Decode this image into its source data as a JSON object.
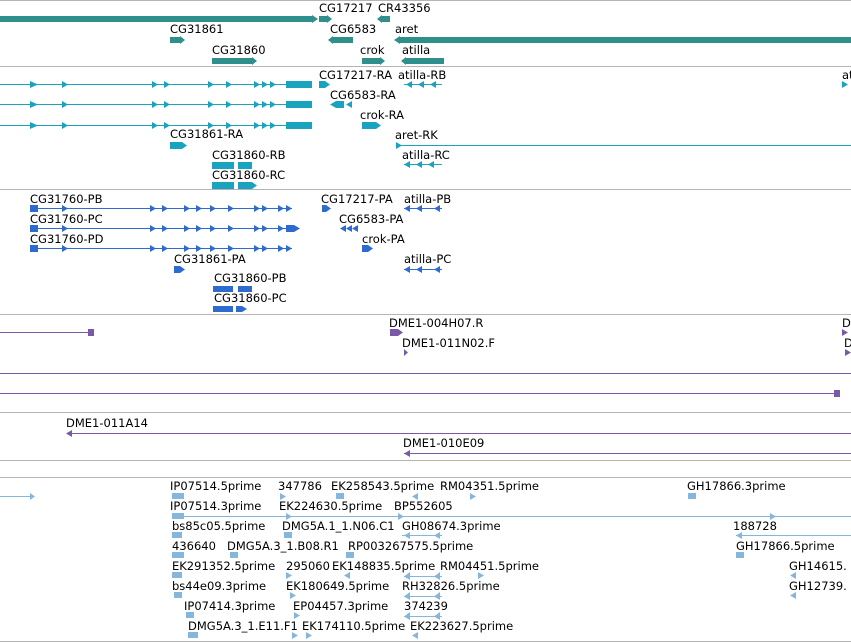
{
  "colors": {
    "gene": "#2f8f8d",
    "mrna": "#1aa3bf",
    "protein": "#2e6bcf",
    "clone": "#7a5aa8",
    "est": "#85b6dc",
    "divider": "#b4b4b4"
  },
  "genes": {
    "labels": [
      "CG17217",
      "CR43356",
      "CG31861",
      "CG6583",
      "aret",
      "CG31860",
      "crok",
      "atilla"
    ]
  },
  "mrna": {
    "labels": [
      "CG17217-RA",
      "atilla-RB",
      "CG6583-RA",
      "crok-RA",
      "CG31861-RA",
      "aret-RK",
      "CG31860-RB",
      "atilla-RC",
      "CG31860-RC"
    ],
    "edge_label": "at"
  },
  "proteins": {
    "labels": [
      "CG31760-PB",
      "CG17217-PA",
      "atilla-PB",
      "CG31760-PC",
      "CG6583-PA",
      "CG31760-PD",
      "crok-PA",
      "CG31861-PA",
      "atilla-PC",
      "CG31860-PB",
      "CG31860-PC"
    ]
  },
  "clones": {
    "labels": [
      "DME1-004H07.R",
      "DME1-011N02.F"
    ],
    "edge_label_1": "D",
    "edge_label_2": "D"
  },
  "clones2": {
    "labels": [
      "DME1-011A14",
      "DME1-010E09"
    ]
  },
  "ests": {
    "labels": [
      "IP07514.5prime",
      "347786",
      "EK258543.5prime",
      "RM04351.5prime",
      "GH17866.3prime",
      "IP07514.3prime",
      "EK224630.5prime",
      "BP552605",
      "bs85c05.5prime",
      "DMG5A.1_1.N06.C1",
      "GH08674.3prime",
      "188728",
      "436640",
      "DMG5A.3_1.B08.R1",
      "RP003267575.5prime",
      "GH17866.5prime",
      "EK291352.5prime",
      "295060",
      "EK148835.5prime",
      "RM04451.5prime",
      "GH14615.",
      "bs44e09.3prime",
      "EK180649.5prime",
      "RH32826.5prime",
      "GH12739.",
      "IP07414.3prime",
      "EP04457.3prime",
      "374239",
      "DMG5A.3_1.E11.F1",
      "EK174110.5prime",
      "EK223627.5prime"
    ]
  }
}
